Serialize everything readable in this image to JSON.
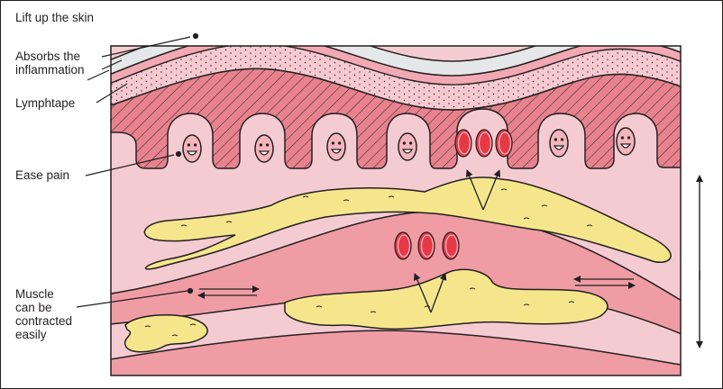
{
  "labels": {
    "lift_skin": "Lift up the skin",
    "absorbs_line1": "Absorbs the",
    "absorbs_line2": "inflammation",
    "lymphtape": "Lymphtape",
    "ease_pain": "Ease pain",
    "muscle_line1": "Muscle",
    "muscle_line2": "can be",
    "muscle_line3": "contracted",
    "muscle_line4": "easily"
  },
  "colors": {
    "outline": "#231f20",
    "tape_grey": "#e6e7e8",
    "skin_dotted": "#f6c9d0",
    "hatched_layer": "#e8828e",
    "tissue_pink": "#f5cbd2",
    "muscle_pink": "#ef9ca5",
    "fat_yellow": "#f5e68c",
    "red_cell": "#e63946",
    "face_pink": "#f4b5bd"
  },
  "icons": {
    "smiley": "smiley-face-icon",
    "red_cell": "red-blood-cell-icon",
    "arrow": "arrow-icon"
  }
}
